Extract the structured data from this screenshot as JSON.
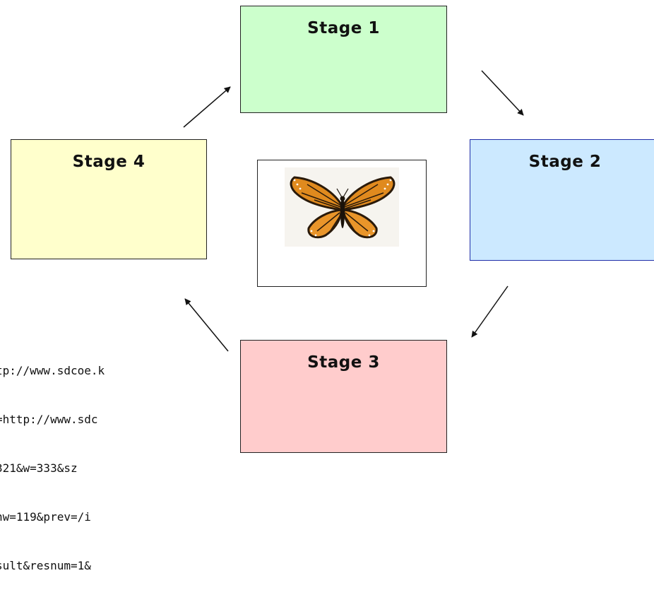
{
  "stages": [
    {
      "label": "Stage 1",
      "color": "#ccffcc"
    },
    {
      "label": "Stage 2",
      "color": "#cce9ff"
    },
    {
      "label": "Stage 3",
      "color": "#ffcccc"
    },
    {
      "label": "Stage 4",
      "color": "#ffffcc"
    }
  ],
  "center": {
    "image": "monarch-butterfly"
  },
  "url_fragment": [
    "tp://www.sdcoe.k",
    "=http://www.sdc",
    "321&w=333&sz",
    "nw=119&prev=/i",
    "sult&resnum=1&"
  ]
}
